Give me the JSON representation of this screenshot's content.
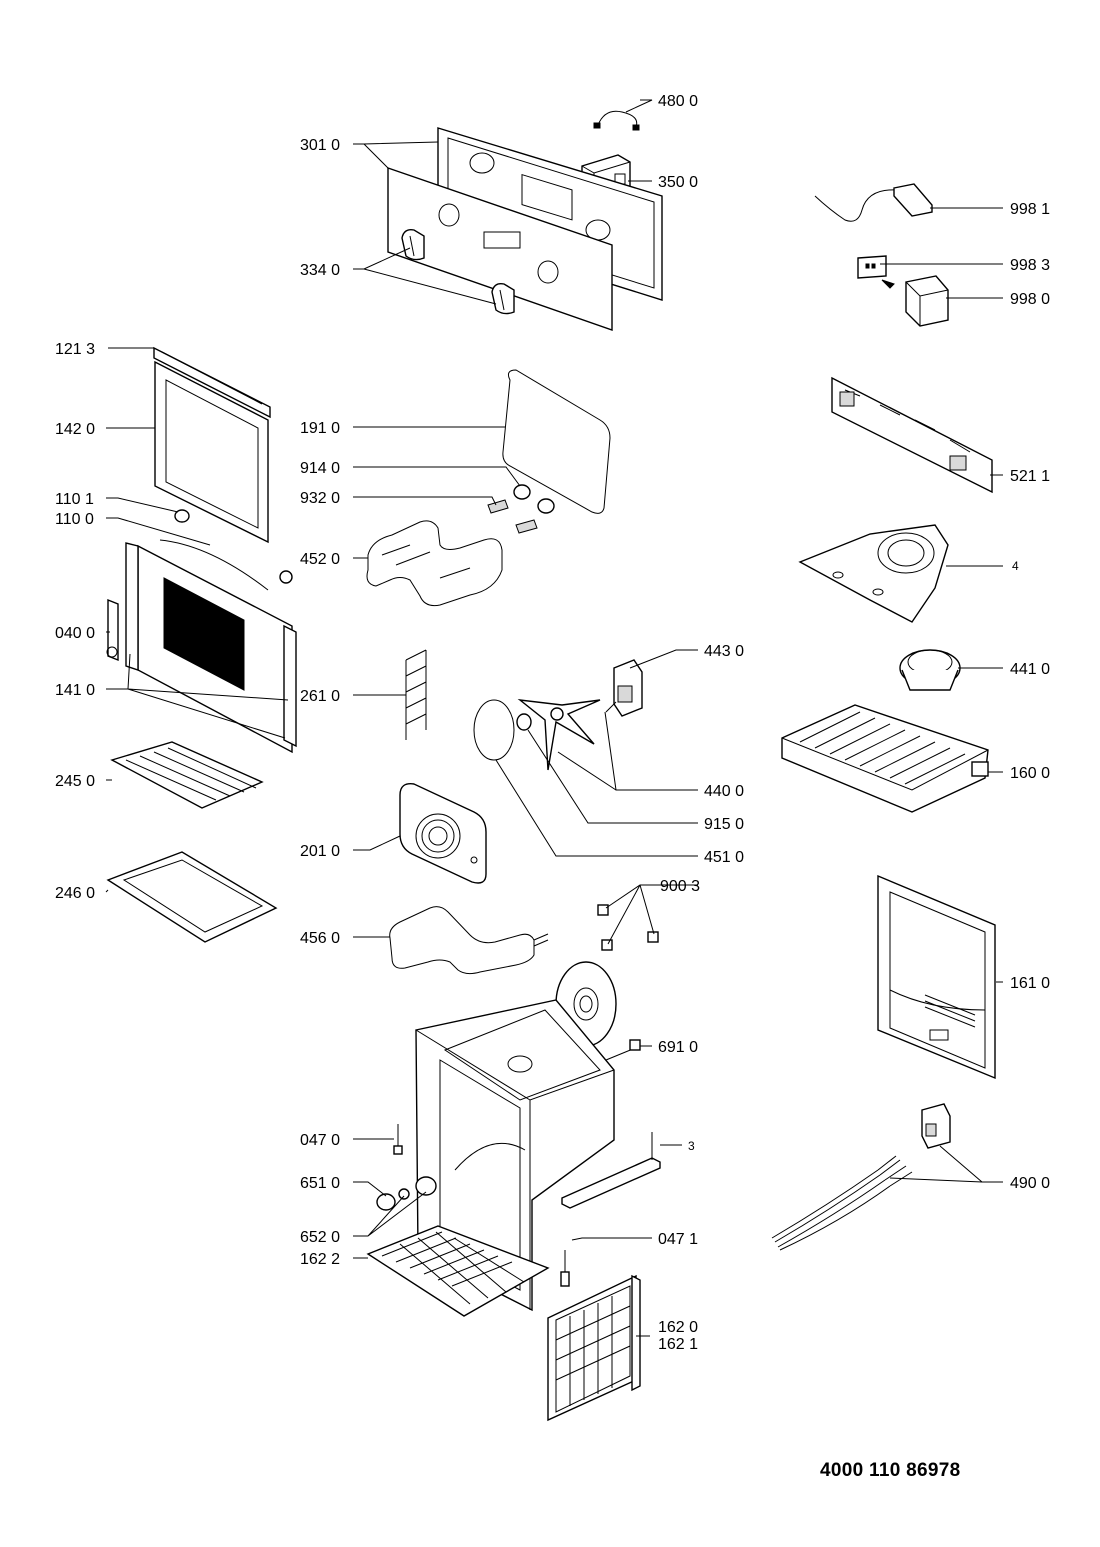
{
  "document_number": "4000 110 86978",
  "labels": {
    "l4800": "480 0",
    "l3010": "301 0",
    "l3500": "350 0",
    "l9981": "998 1",
    "l3340": "334 0",
    "l9983": "998 3",
    "l9980": "998 0",
    "l1213": "121 3",
    "l1420": "142 0",
    "l1910": "191 0",
    "l9140": "914 0",
    "l9320": "932 0",
    "l1101": "110 1",
    "l1100": "110 0",
    "l5211": "521 1",
    "l4520": "452 0",
    "l4": "4",
    "l0400": "040 0",
    "l4430": "443 0",
    "l4410": "441 0",
    "l1410": "141 0",
    "l2610": "261 0",
    "l2450": "245 0",
    "l4400": "440 0",
    "l1600": "160 0",
    "l9150": "915 0",
    "l2010": "201 0",
    "l4510": "451 0",
    "l2460": "246 0",
    "l9003": "900 3",
    "l4560": "456 0",
    "l1610": "161 0",
    "l6910": "691 0",
    "l0470": "047 0",
    "l3": "3",
    "l6510": "651 0",
    "l4900": "490 0",
    "l0471": "047 1",
    "l6520": "652 0",
    "l1622": "162 2",
    "l1620": "162 0",
    "l1621": "162 1"
  }
}
